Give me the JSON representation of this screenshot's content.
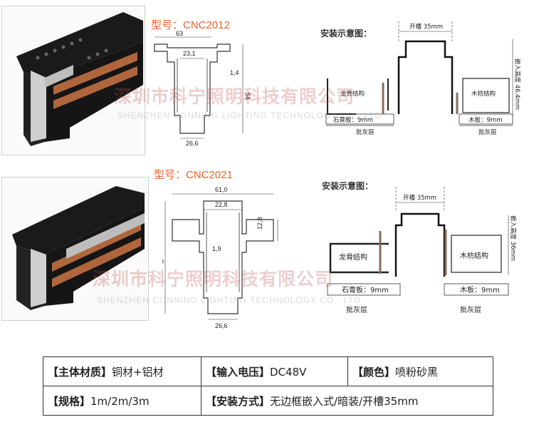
{
  "products": [
    {
      "model_label": "型号：CNC2012",
      "dims": {
        "width": "63",
        "top_gap": "23,1",
        "wall": "1,4",
        "height": "54",
        "bottom": "26,6"
      },
      "diagram": {
        "title": "安装示意图：",
        "slot": "开槽 35mm",
        "depth": "嵌入高度 46.4mm",
        "left_struct": "龙骨结构",
        "right_struct": "木枋结构",
        "left_board": "石膏板：9mm",
        "right_board": "木板：9mm",
        "left_layer": "批灰层",
        "right_layer": "批灰层"
      }
    },
    {
      "model_label": "型号：CNC2021",
      "dims": {
        "width": "61,0",
        "top_gap": "22,8",
        "wall": "1,9",
        "height": "50",
        "flange": "12,8",
        "bottom": "26,6"
      },
      "diagram": {
        "title": "安装示意图：",
        "slot": "开槽 35mm",
        "depth": "嵌入高度 36mm",
        "left_struct": "龙骨结构",
        "right_struct": "木枋结构",
        "left_board": "石膏板：9mm",
        "right_board": "木板：9mm",
        "left_layer": "批灰层",
        "right_layer": "批灰层"
      }
    }
  ],
  "watermark": {
    "cn": "深圳市科宁照明科技有限公司",
    "en": "SHENZHEN CONNING LIGHTING TECHNOLOGY CO., LTD"
  },
  "specs": {
    "material_key": "【主体材质】",
    "material_val": "铜材+铝材",
    "voltage_key": "【输入电压】",
    "voltage_val": "DC48V",
    "color_key": "【颜色】",
    "color_val": "喷粉砂黑",
    "size_key": "【规格】",
    "size_val": "1m/2m/3m",
    "install_key": "【安装方式】",
    "install_val": "无边框嵌入式/暗装/开槽35mm"
  }
}
